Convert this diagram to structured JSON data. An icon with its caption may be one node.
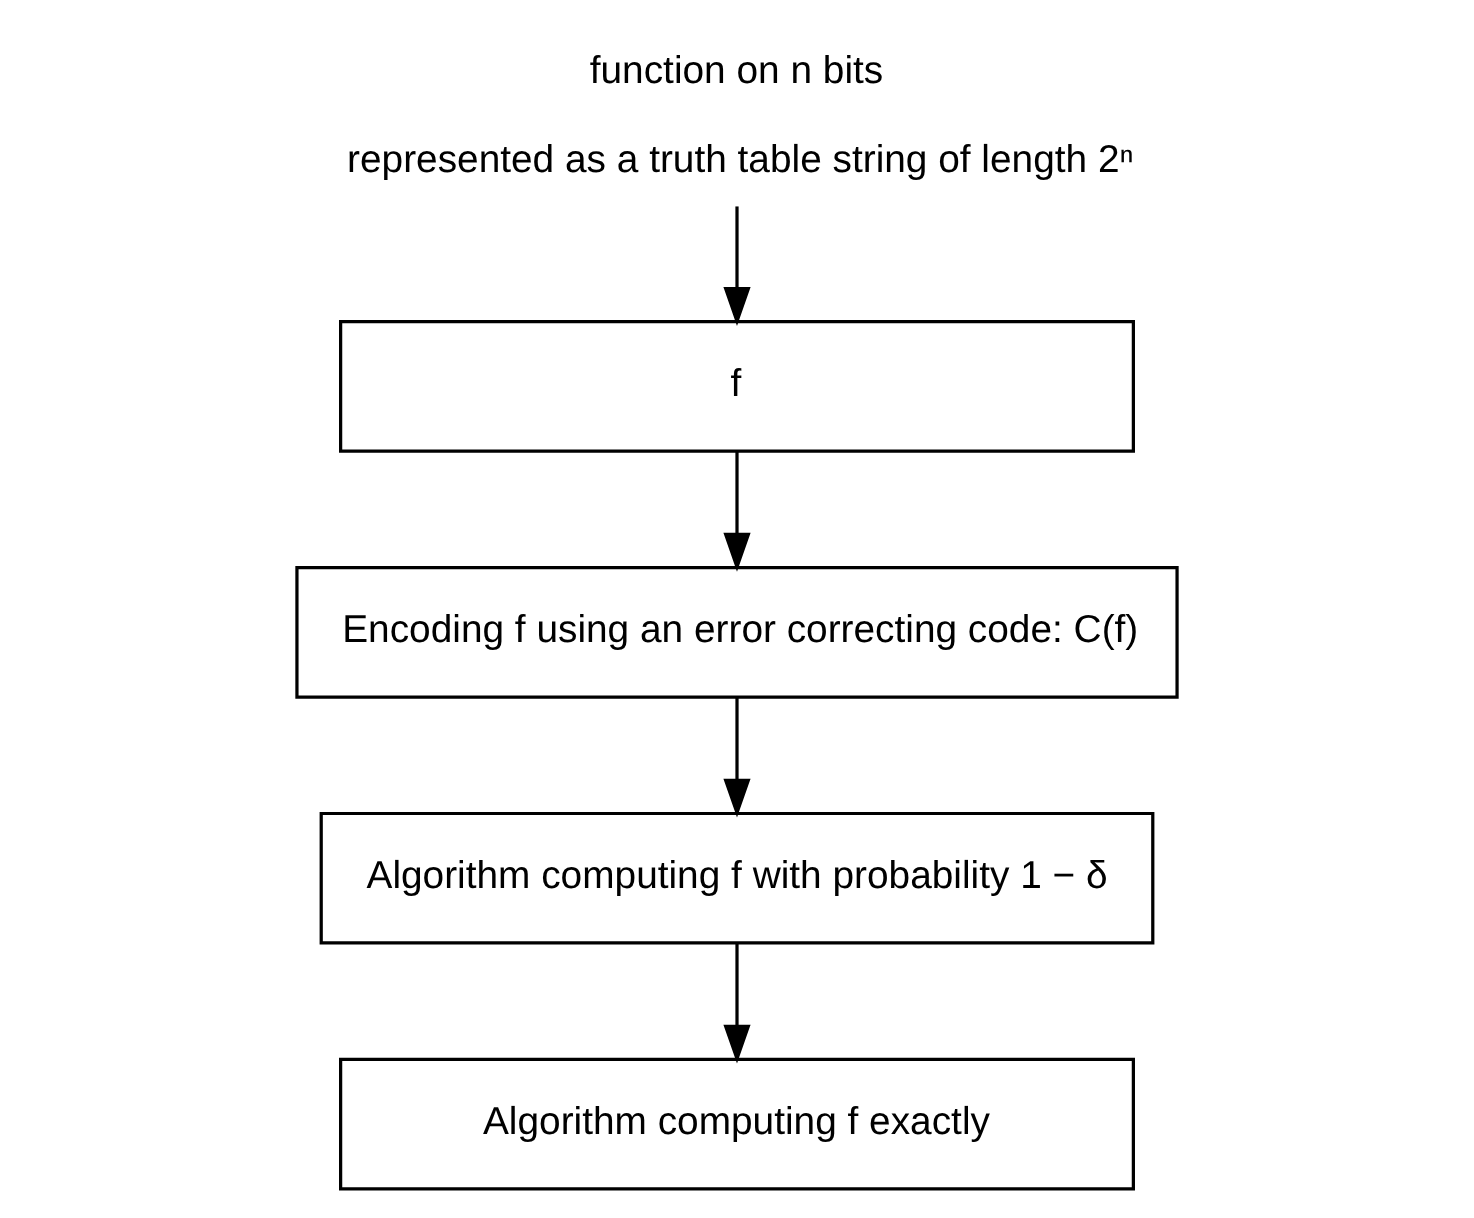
{
  "diagram": {
    "nodes": [
      {
        "text": [
          "function on n bits",
          "represented as a truth table string of length 2ⁿ"
        ]
      },
      {
        "text": [
          "f"
        ]
      },
      {
        "text": [
          "Encoding f using an error correcting code: C(f)"
        ]
      },
      {
        "text": [
          "Algorithm computing f with probability 1 − δ"
        ]
      },
      {
        "text": [
          "Algorithm computing f exactly"
        ]
      }
    ],
    "edges": [
      {
        "from": 0,
        "to": 1,
        "arrow": "to"
      },
      {
        "from": 1,
        "to": 2,
        "arrow": "to"
      },
      {
        "from": 2,
        "to": 3,
        "arrow": "to"
      },
      {
        "from": 3,
        "to": 4,
        "arrow": "to"
      }
    ]
  }
}
